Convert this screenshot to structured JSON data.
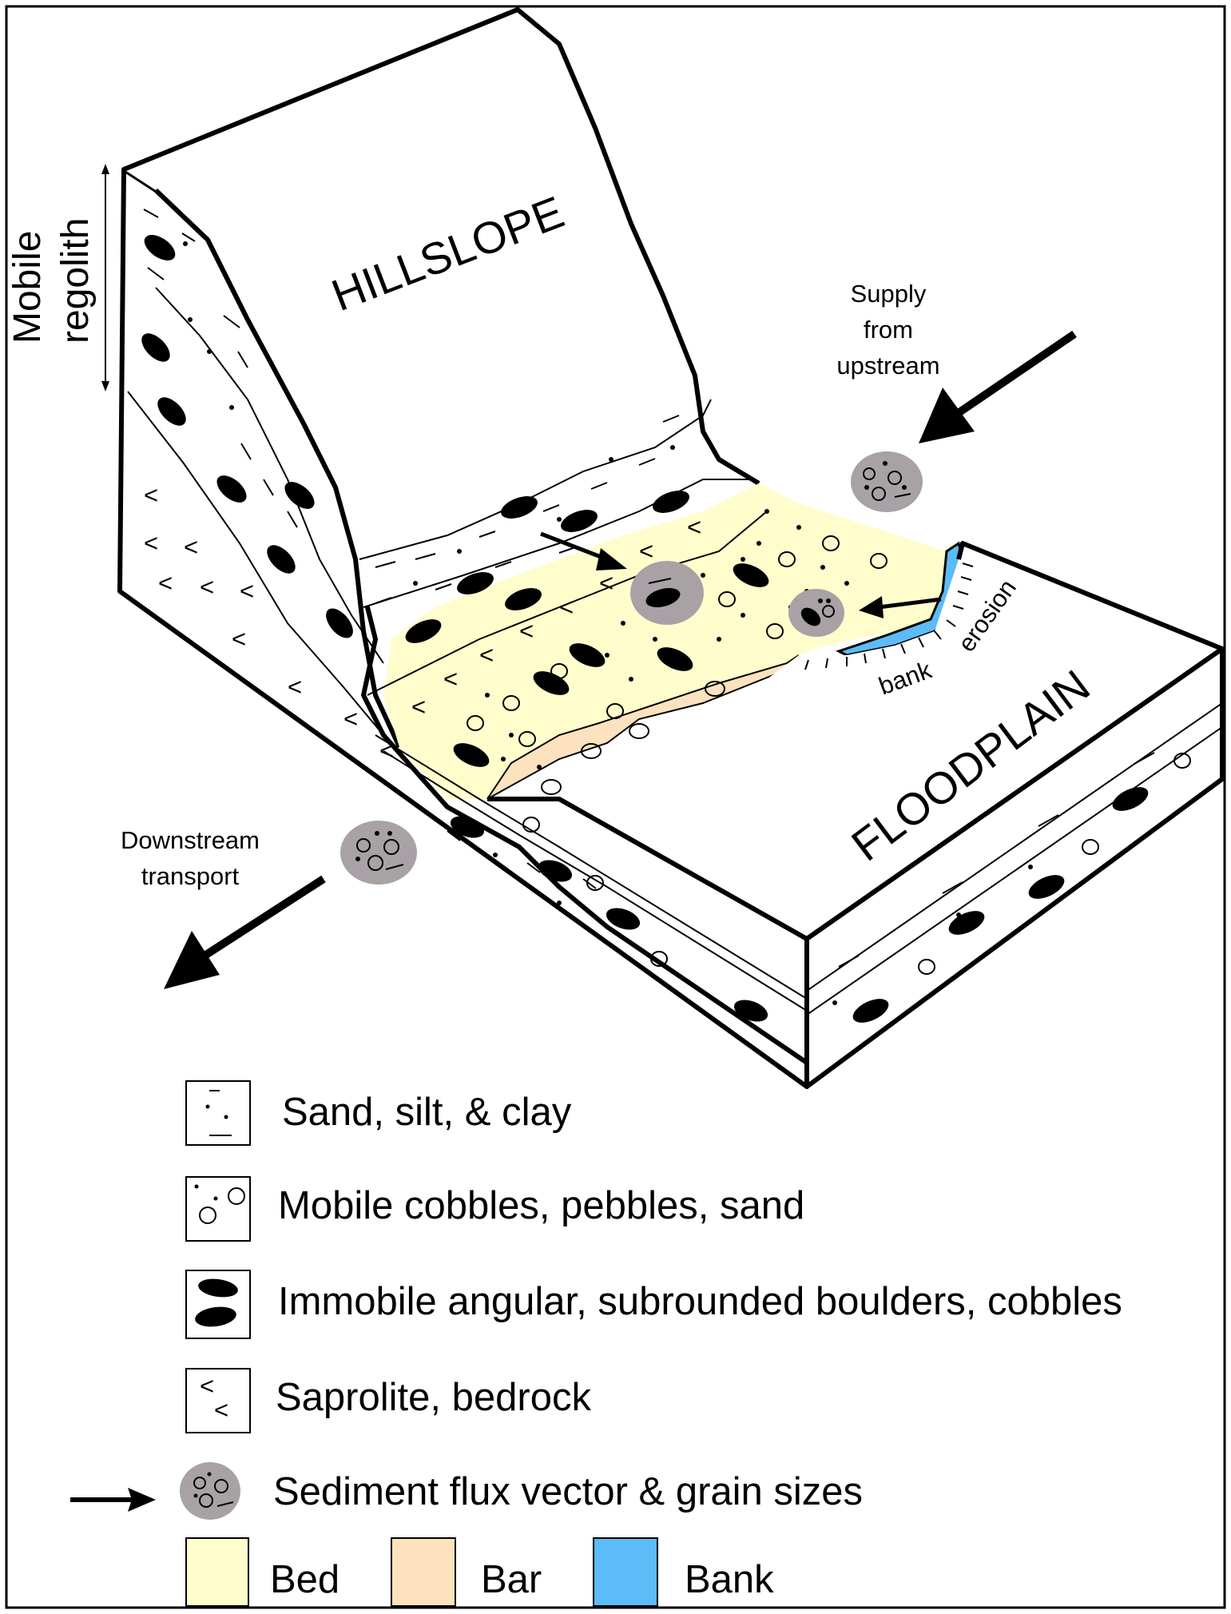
{
  "labels": {
    "mobile_regolith_1": "Mobile",
    "mobile_regolith_2": "regolith",
    "hillslope": "HILLSLOPE",
    "floodplain": "FLOODPLAIN",
    "supply_1": "Supply",
    "supply_2": "from",
    "supply_3": "upstream",
    "downstream_1": "Downstream",
    "downstream_2": "transport",
    "bank": "bank",
    "erosion": "erosion"
  },
  "legend": {
    "sand_silt_clay": "Sand, silt, & clay",
    "mobile_cobbles": "Mobile cobbles, pebbles, sand",
    "immobile_boulders": "Immobile angular, subrounded boulders, cobbles",
    "saprolite": "Saprolite, bedrock",
    "flux_vector": "Sediment flux vector & grain sizes",
    "bed": "Bed",
    "bar": "Bar",
    "bank": "Bank"
  },
  "colors": {
    "bed": "#FFFDCC",
    "bar": "#FCE2BE",
    "bank": "#5BBCF7",
    "grain_circle": "#A8A1A5",
    "outline": "#000000"
  }
}
